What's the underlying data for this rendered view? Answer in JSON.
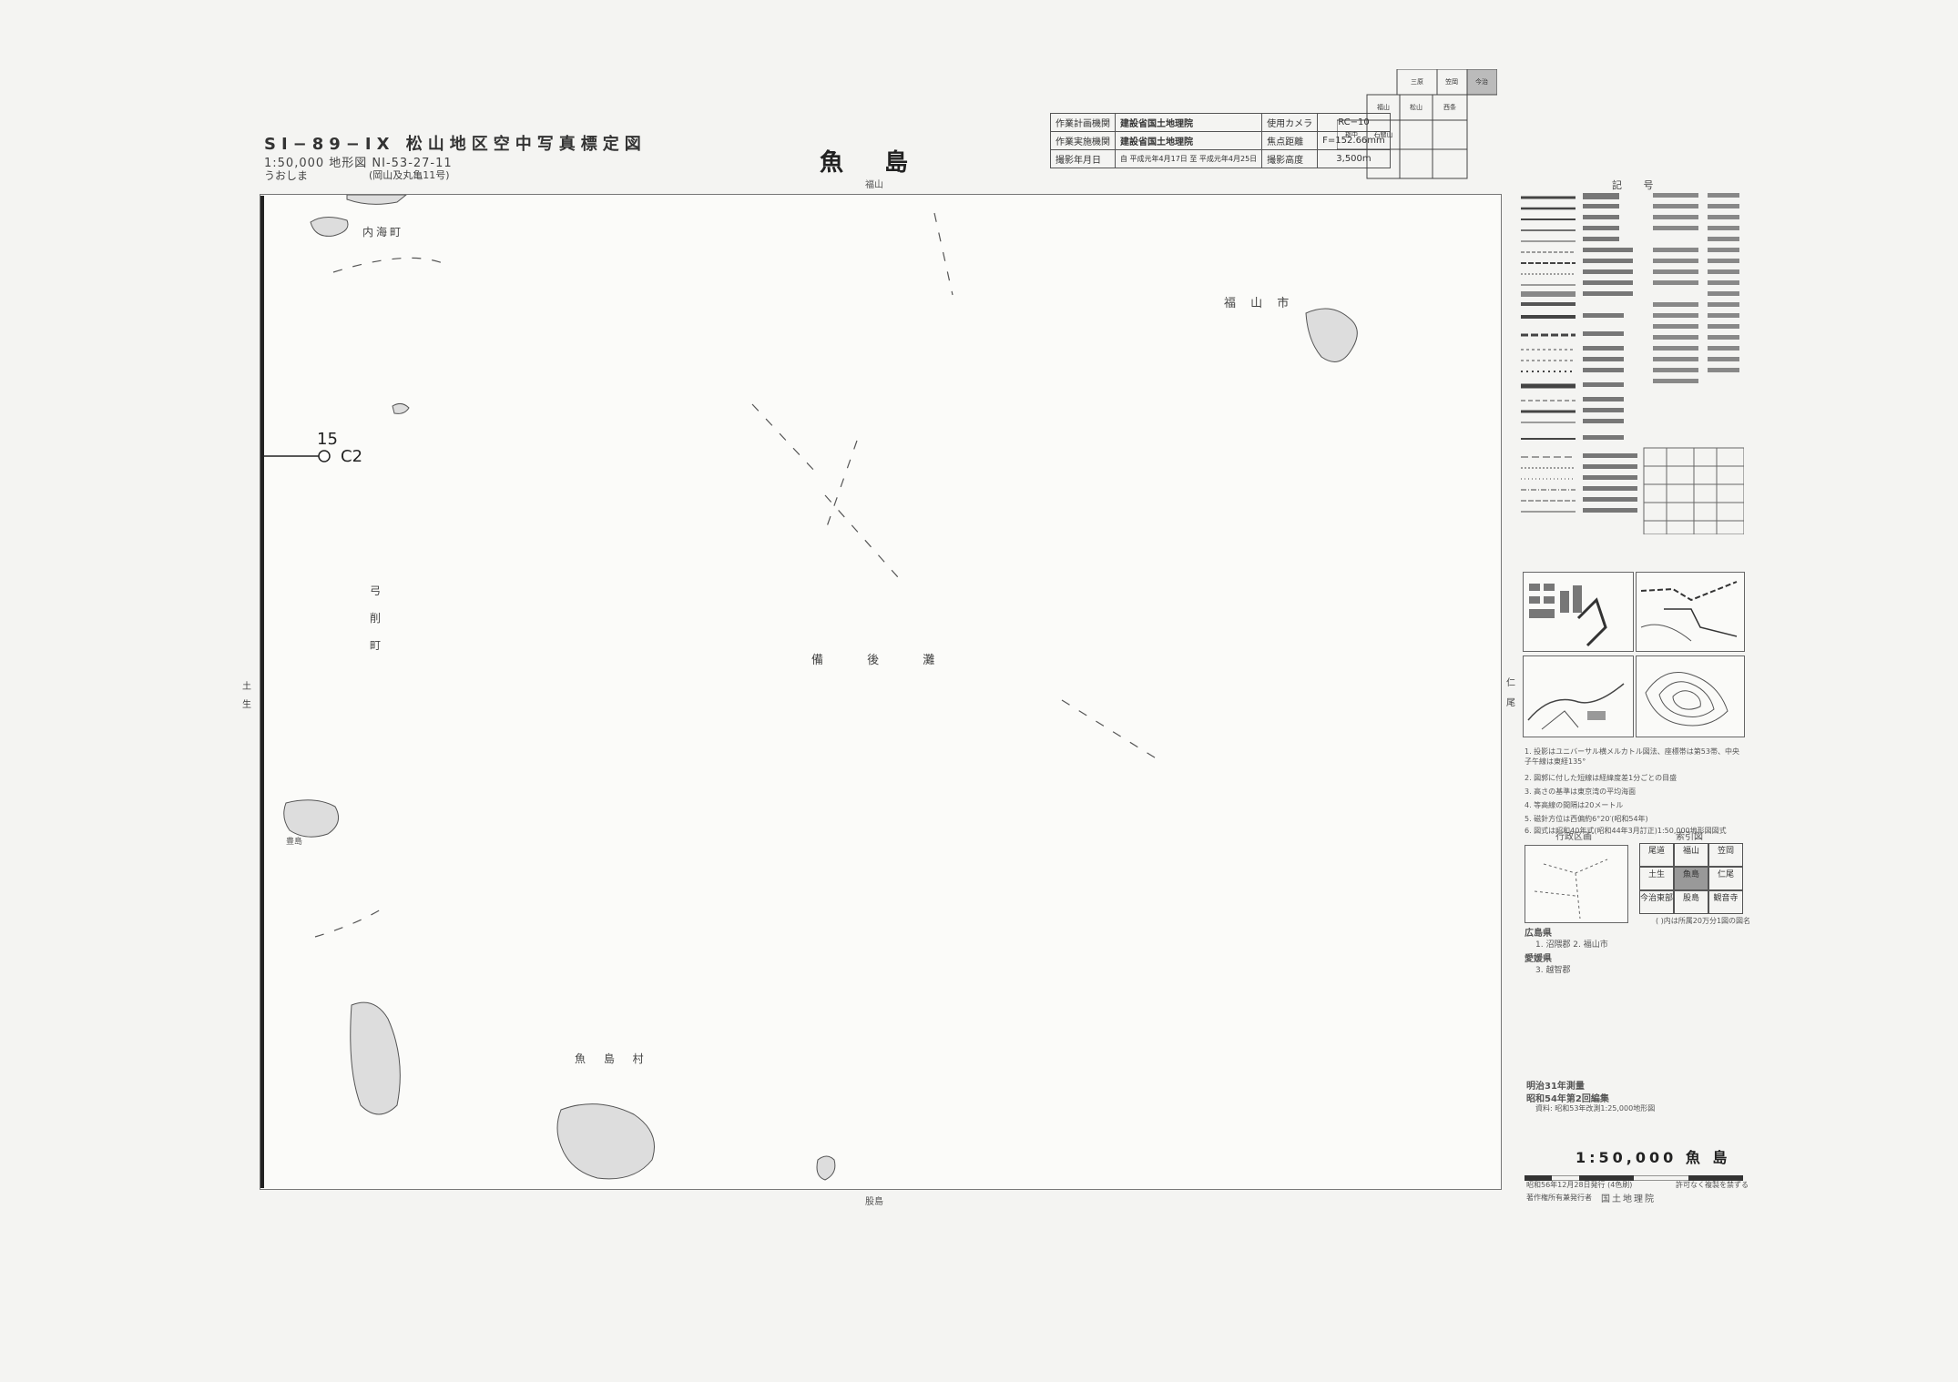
{
  "header": {
    "code_line": "SI−89−IX 松山地区空中写真標定図",
    "scale_line": "1:50,000 地形図 NI-53-27-11",
    "reading": "うおしま",
    "sheet_note": "(岡山及丸亀11号)"
  },
  "title": "魚 島",
  "survey_table": {
    "rows": [
      {
        "k1": "作業計画機関",
        "v1": "建設省国土地理院",
        "k2": "使用カメラ",
        "v2": "RC−10"
      },
      {
        "k1": "作業実施機関",
        "v1": "建設省国土地理院",
        "k2": "焦点距離",
        "v2": "F=152.66mm"
      },
      {
        "k1": "撮影年月日",
        "v1": "自 平成元年4月17日 至 平成元年4月25日",
        "k2": "撮影高度",
        "v2": "3,500m"
      }
    ]
  },
  "index_mini": {
    "cells": [
      "",
      "三原",
      "",
      "",
      "",
      "",
      "笠岡",
      "今治",
      "",
      "福山",
      "",
      "",
      "",
      "",
      "",
      "",
      "松山",
      "西条",
      "",
      "",
      "郡中",
      "",
      "",
      "石鎚山"
    ]
  },
  "map": {
    "edge_top": "福山",
    "edge_bottom": "股島",
    "edge_left": "土 生",
    "edge_right": "仁 尾",
    "place_labels": [
      {
        "id": "uchiumi",
        "text": "内海町"
      },
      {
        "id": "fukuyama",
        "text": "福 山 市"
      },
      {
        "id": "yuge",
        "text": "弓 削 町"
      },
      {
        "id": "bingo",
        "text": "備 後 灘"
      },
      {
        "id": "uoshima",
        "text": "魚 島 村"
      },
      {
        "id": "toyoshima",
        "text": "豊島"
      }
    ],
    "photo_point": {
      "number": "15",
      "code": "C2"
    }
  },
  "legend": {
    "title": "記 号"
  },
  "notes": [
    "1. 投影はユニバーサル横メルカトル図法、座標帯は第53帯、中央子午線は東経135°",
    "2. 図郭に付した短線は経緯度差1分ごとの目盛",
    "3. 高さの基準は東京湾の平均海面",
    "4. 等高線の間隔は20メートル",
    "5. 磁針方位は西偏約6°20′(昭和54年)",
    "6. 図式は昭和40年式(昭和44年3月訂正)1:50,000地形図図式"
  ],
  "admin": {
    "title": "行政区画",
    "prefectures": [
      {
        "name": "広島県",
        "items": "1. 沼隈郡   2. 福山市"
      },
      {
        "name": "愛媛県",
        "items": "3. 越智郡"
      }
    ]
  },
  "index_map": {
    "title": "索引図",
    "grid": [
      [
        "尾道",
        "福山",
        "笠岡"
      ],
      [
        "土生",
        "魚島",
        "仁尾"
      ],
      [
        "今治東部",
        "股島",
        "観音寺"
      ]
    ],
    "note": "( )内は所属20万分1図の図名"
  },
  "history": {
    "lines": [
      "明治31年測量",
      "昭和54年第2回編集"
    ],
    "source": "資料: 昭和53年改測1:25,000地形図"
  },
  "footer": {
    "scale_title": "1:50,000 魚 島",
    "issued": "昭和56年12月28日発行 (4色刷)",
    "publisher": "国土地理院",
    "copyright_note": "許可なく複製を禁ずる",
    "publisher_label": "著作権所有兼発行者"
  }
}
